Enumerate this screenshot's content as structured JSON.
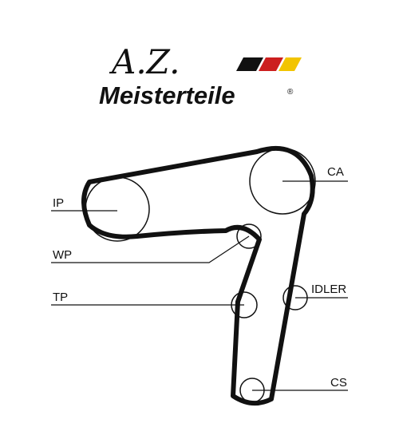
{
  "logo": {
    "script_mark": "A.Z.",
    "brand_name": "Meisterteile",
    "registered_symbol": "®",
    "flag_colors": [
      "#111111",
      "#cc1f1f",
      "#f2c400"
    ]
  },
  "diagram": {
    "labels": {
      "ca": "CA",
      "ip": "IP",
      "wp": "WP",
      "tp": "TP",
      "idler": "IDLER",
      "cs": "CS"
    },
    "colors": {
      "belt": "#111111",
      "pulley_stroke": "#111111",
      "background": "#ffffff"
    }
  }
}
